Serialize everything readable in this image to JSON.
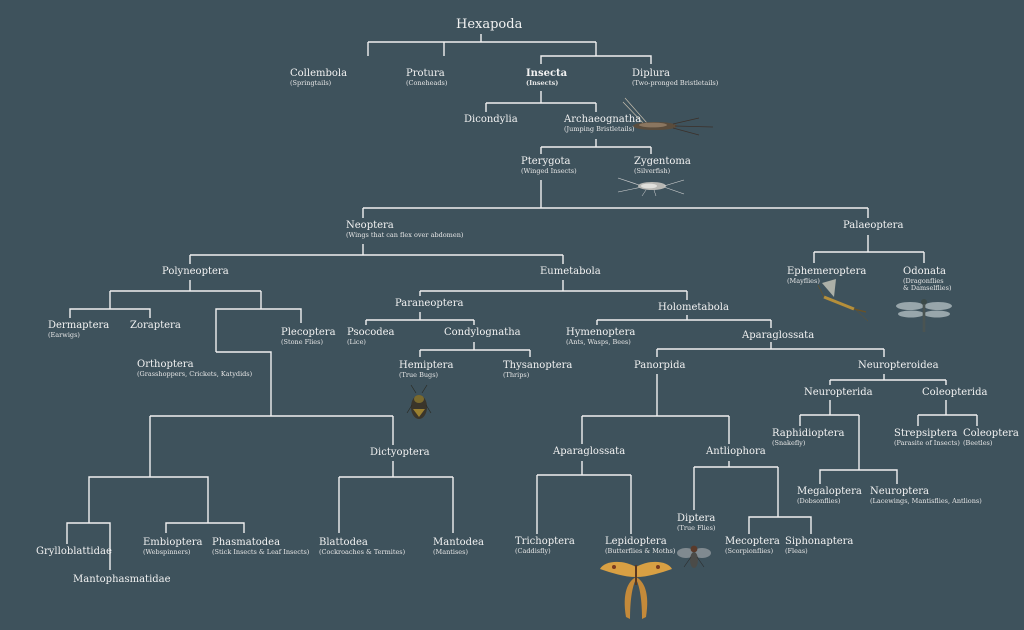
{
  "nodes": {
    "hexapoda": {
      "name": "Hexapoda"
    },
    "collembola": {
      "name": "Collembola",
      "sub": "(Springtails)"
    },
    "protura": {
      "name": "Protura",
      "sub": "(Coneheads)"
    },
    "insecta": {
      "name": "Insecta",
      "sub": "(Insects)"
    },
    "diplura": {
      "name": "Diplura",
      "sub": "(Two-pronged Bristletails)"
    },
    "dicondylia": {
      "name": "Dicondylia"
    },
    "archaeognatha": {
      "name": "Archaeognatha",
      "sub": "(Jumping Bristletails)"
    },
    "pterygota": {
      "name": "Pterygota",
      "sub": "(Winged Insects)"
    },
    "zygentoma": {
      "name": "Zygentoma",
      "sub": "(Silverfish)"
    },
    "neoptera": {
      "name": "Neoptera",
      "sub": "(Wings that can flex over abdomen)"
    },
    "palaeoptera": {
      "name": "Palaeoptera"
    },
    "polyneoptera": {
      "name": "Polyneoptera"
    },
    "eumetabola": {
      "name": "Eumetabola"
    },
    "ephemeroptera": {
      "name": "Ephemeroptera",
      "sub": "(Mayflies)"
    },
    "odonata": {
      "name": "Odonata",
      "sub": "(Dragonflies",
      "sub2": "& Damselflies)"
    },
    "dermaptera": {
      "name": "Dermaptera",
      "sub": "(Earwigs)"
    },
    "zoraptera": {
      "name": "Zoraptera"
    },
    "plecoptera": {
      "name": "Plecoptera",
      "sub": "(Stone Flies)"
    },
    "orthoptera": {
      "name": "Orthoptera",
      "sub": "(Grasshoppers, Crickets, Katydids)"
    },
    "paraneoptera": {
      "name": "Paraneoptera"
    },
    "holometabola": {
      "name": "Holometabola"
    },
    "psocodea": {
      "name": "Psocodea",
      "sub": "(Lice)"
    },
    "condylognatha": {
      "name": "Condylognatha"
    },
    "hemiptera": {
      "name": "Hemiptera",
      "sub": "(True Bugs)"
    },
    "thysanoptera": {
      "name": "Thysanoptera",
      "sub": "(Thrips)"
    },
    "hymenoptera": {
      "name": "Hymenoptera",
      "sub": "(Ants, Wasps, Bees)"
    },
    "aparaglossata_top": {
      "name": "Aparaglossata"
    },
    "panorpida": {
      "name": "Panorpida"
    },
    "neuropteroidea": {
      "name": "Neuropteroidea"
    },
    "neuropterida": {
      "name": "Neuropterida"
    },
    "coleopterida": {
      "name": "Coleopterida"
    },
    "raphidioptera": {
      "name": "Raphidioptera",
      "sub": "(Snakefly)"
    },
    "strepsiptera": {
      "name": "Strepsiptera",
      "sub": "(Parasite of Insects)"
    },
    "coleoptera": {
      "name": "Coleoptera",
      "sub": "(Beetles)"
    },
    "megaloptera": {
      "name": "Megaloptera",
      "sub": "(Dobsonflies)"
    },
    "neuroptera": {
      "name": "Neuroptera",
      "sub": "(Lacewings, Mantisflies, Antlions)"
    },
    "aparaglossata_low": {
      "name": "Aparaglossata"
    },
    "antliophora": {
      "name": "Antliophora"
    },
    "trichoptera": {
      "name": "Trichoptera",
      "sub": "(Caddisfly)"
    },
    "lepidoptera": {
      "name": "Lepidoptera",
      "sub": "(Butterflies & Moths)"
    },
    "diptera": {
      "name": "Diptera",
      "sub": "(True Flies)"
    },
    "mecoptera": {
      "name": "Mecoptera",
      "sub": "(Scorpionflies)"
    },
    "siphonaptera": {
      "name": "Siphonaptera",
      "sub": "(Fleas)"
    },
    "dictyoptera": {
      "name": "Dictyoptera"
    },
    "grylloblattidae": {
      "name": "Grylloblattidae"
    },
    "mantophasmatidae": {
      "name": "Mantophasmatidae"
    },
    "embioptera": {
      "name": "Embioptera",
      "sub": "(Webspinners)"
    },
    "phasmatodea": {
      "name": "Phasmatodea",
      "sub": "(Stick Insects & Leaf Insects)"
    },
    "blattodea": {
      "name": "Blattodea",
      "sub": "(Cockroaches & Termites)"
    },
    "mantodea": {
      "name": "Mantodea",
      "sub": "(Mantises)"
    }
  },
  "colors": {
    "background": "#3e525c",
    "line": "#f0f0f0",
    "text": "#f2f2f2"
  },
  "icons": [
    "bristletail-icon",
    "silverfish-icon",
    "mayfly-icon",
    "dragonfly-icon",
    "true-bug-icon",
    "fly-icon",
    "moth-icon"
  ]
}
